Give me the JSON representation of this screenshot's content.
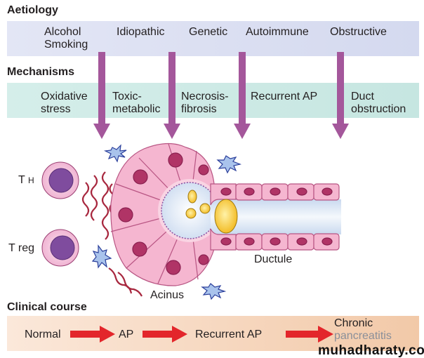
{
  "aetiology": {
    "heading": "Aetiology",
    "items": [
      "Alcohol",
      "Smoking",
      "Idiopathic",
      "Genetic",
      "Autoimmune",
      "Obstructive"
    ]
  },
  "mechanisms": {
    "heading": "Mechanisms",
    "items": [
      {
        "line1": "Oxidative",
        "line2": "stress"
      },
      {
        "line1": "Toxic-",
        "line2": "metabolic"
      },
      {
        "line1": "Necrosis-",
        "line2": "fibrosis"
      },
      {
        "line1": "Recurrent AP",
        "line2": ""
      },
      {
        "line1": "Duct",
        "line2": "obstruction"
      }
    ]
  },
  "illustration": {
    "th_label": "T",
    "th_sub": "H",
    "treg_label": "T reg",
    "acinus_label": "Acinus",
    "ductule_label": "Ductule"
  },
  "clinical_course": {
    "heading": "Clinical course",
    "stages": [
      "Normal",
      "AP",
      "Recurrent AP"
    ],
    "final_line1": "Chronic",
    "final_line2": "pancreatitis"
  },
  "watermark": "muhadharaty.com",
  "colors": {
    "arrow_purple": "#a4579b",
    "arrow_red": "#e3262b",
    "cell_pink": "#f5b6d0",
    "nucleus": "#b03466",
    "lumen": "#dde8f4",
    "zymogen_yellow": "#f7c631",
    "lymphocyte_nucleus": "#7f4c9e"
  }
}
